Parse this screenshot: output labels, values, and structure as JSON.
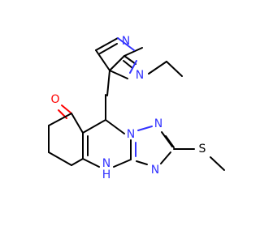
{
  "molecule": {
    "colors": {
      "bond": "#000000",
      "nitrogen": "#3333ff",
      "oxygen": "#ff0000",
      "sulfur": "#000000",
      "background": "#ffffff"
    },
    "atoms": {
      "n_pyrazole_1": "N",
      "n_pyrazole_2": "N",
      "o_ketone": "O",
      "n_triazole_a": "N",
      "n_triazole_b": "N",
      "n_triazole_c": "N",
      "s_thioether": "S",
      "n_amine": "N",
      "h_amine": "H"
    }
  }
}
